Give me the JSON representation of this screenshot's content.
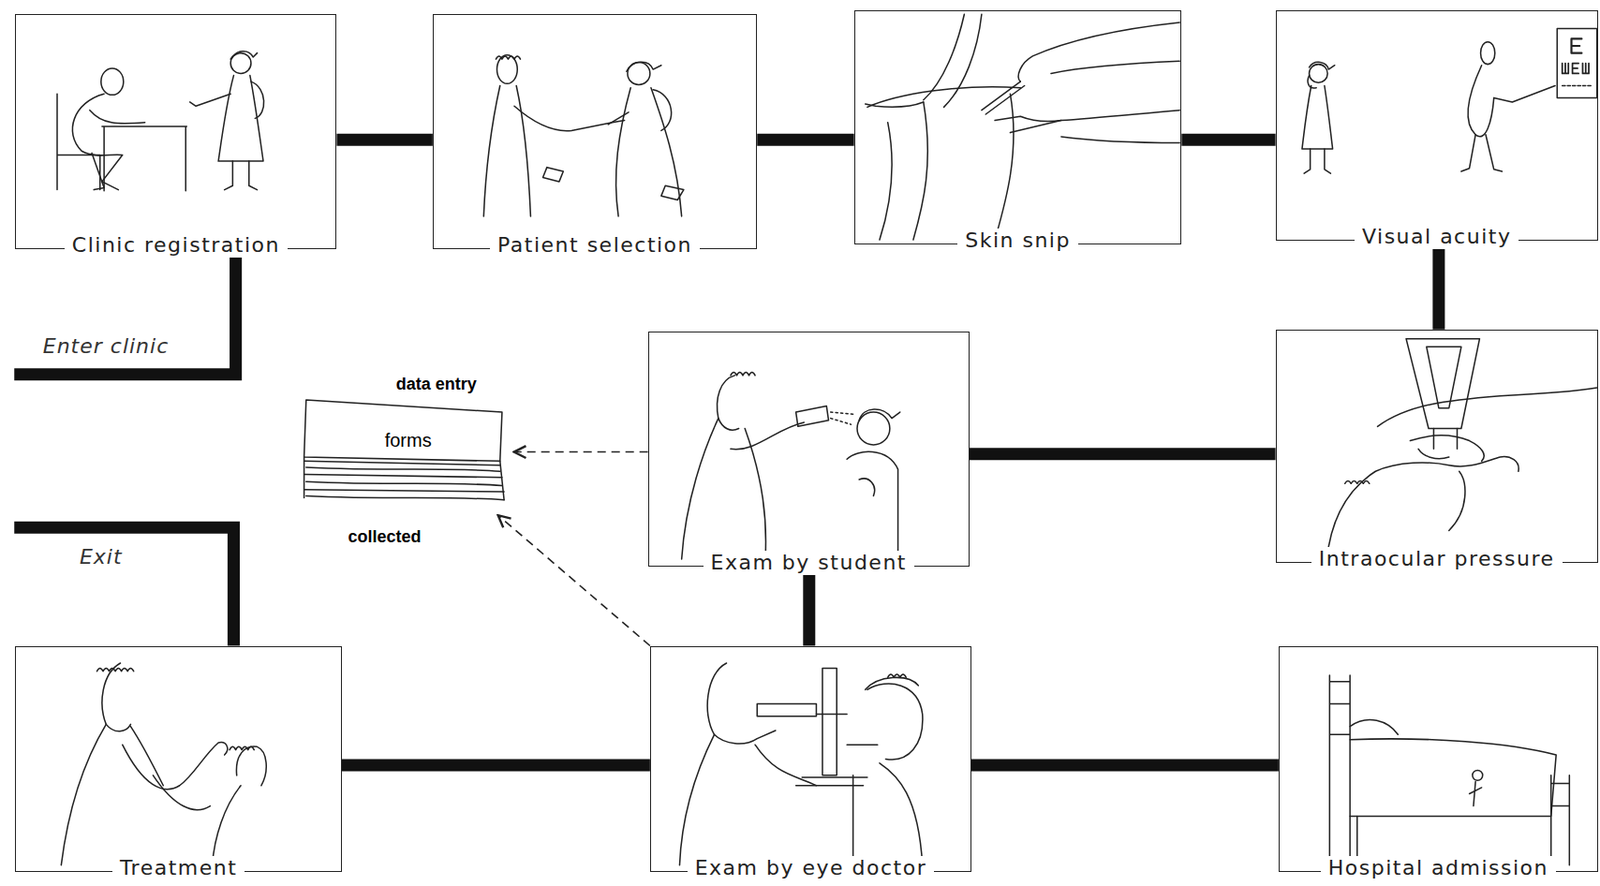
{
  "diagram": {
    "nodes": [
      {
        "text": [
          "Clinic registration"
        ]
      },
      {
        "text": [
          "Patient selection"
        ]
      },
      {
        "text": [
          "Skin snip"
        ]
      },
      {
        "text": [
          "Visual acuity"
        ]
      },
      {
        "text": [
          "data entry",
          "forms",
          "collected"
        ]
      },
      {
        "text": [
          "Exam by student"
        ]
      },
      {
        "text": [
          "Intraocular pressure"
        ]
      },
      {
        "text": [
          "Treatment"
        ]
      },
      {
        "text": [
          "Exam by eye doctor"
        ]
      },
      {
        "text": [
          "Hospital admission"
        ]
      }
    ],
    "edges": [
      {
        "from": 0,
        "to": 1,
        "arrow": "none"
      },
      {
        "from": 1,
        "to": 2,
        "arrow": "none"
      },
      {
        "from": 2,
        "to": 3,
        "arrow": "none"
      },
      {
        "from": 3,
        "to": 6,
        "arrow": "none"
      },
      {
        "from": 6,
        "to": 5,
        "arrow": "none"
      },
      {
        "from": 5,
        "to": 8,
        "arrow": "none"
      },
      {
        "from": 8,
        "to": 7,
        "arrow": "none"
      },
      {
        "from": 8,
        "to": 9,
        "arrow": "none"
      },
      {
        "from": 5,
        "to": 4,
        "arrow": "to"
      },
      {
        "from": 8,
        "to": 4,
        "arrow": "to"
      }
    ],
    "labels": [
      "Enter clinic",
      "Exit"
    ]
  }
}
